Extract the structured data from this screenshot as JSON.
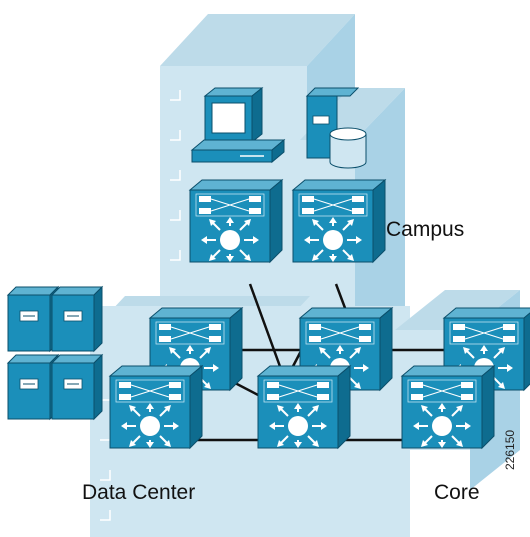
{
  "labels": {
    "campus": "Campus",
    "data_center": "Data Center",
    "core": "Core",
    "figure_id": "226150"
  },
  "colors": {
    "building_front": "#cfe6f1",
    "building_side": "#a9d2e6",
    "building_top": "#bddbe9",
    "device_front": "#1b8fba",
    "device_side": "#0e6c8f",
    "device_top": "#5fb3d2",
    "link": "#111111"
  },
  "devices": [
    {
      "id": "campus-switch-left",
      "role": "campus"
    },
    {
      "id": "campus-switch-right",
      "role": "campus"
    },
    {
      "id": "dc-switch-back",
      "role": "data-center"
    },
    {
      "id": "dc-switch-front",
      "role": "data-center"
    },
    {
      "id": "core-switch-back-mid",
      "role": "core"
    },
    {
      "id": "core-switch-front-mid",
      "role": "core"
    },
    {
      "id": "core-switch-back-right",
      "role": "core"
    },
    {
      "id": "core-switch-front-right",
      "role": "core"
    }
  ],
  "icons": [
    "workstation-icon",
    "server-tower-icon",
    "database-icon",
    "server-cabinet-icon",
    "layer3-switch-icon"
  ]
}
